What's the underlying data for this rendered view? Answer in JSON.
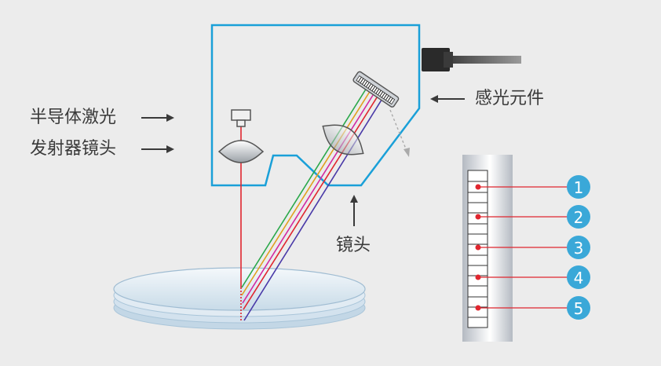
{
  "labels": {
    "laser": "半导体激光",
    "emitter_lens": "发射器镜头",
    "sensor": "感光元件",
    "lens": "镜头"
  },
  "markers": [
    "1",
    "2",
    "3",
    "4",
    "5"
  ],
  "colors": {
    "housing": "#1aa0d8",
    "laser": "#e0262f",
    "marker": "#3aa8d8",
    "text": "#3a3a3a",
    "arrow": "#3a3a3a",
    "background": "#ececec"
  },
  "reflected_rays": [
    "#2aa84a",
    "#e0a020",
    "#d22aa0",
    "#e0262f",
    "#4a3aa8"
  ]
}
